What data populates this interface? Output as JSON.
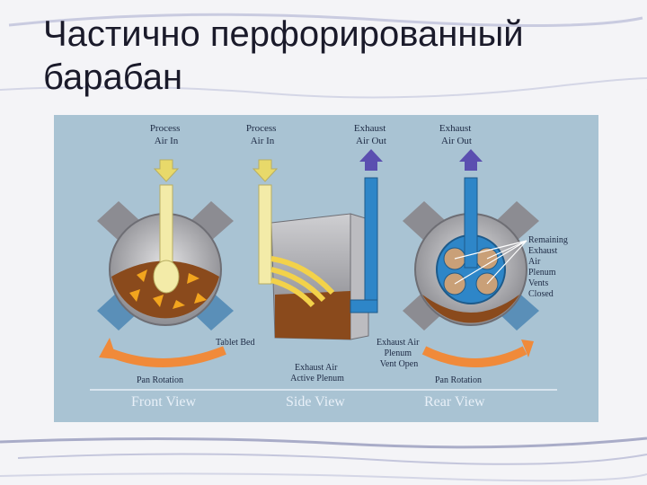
{
  "title": {
    "line1": "Частично перфорированный",
    "line2": "барабан"
  },
  "diagram": {
    "labels": {
      "process_air_in_1": [
        "Process",
        "Air In"
      ],
      "process_air_in_2": [
        "Process",
        "Air In"
      ],
      "exhaust_air_out_1": [
        "Exhaust",
        "Air Out"
      ],
      "exhaust_air_out_2": [
        "Exhaust",
        "Air Out"
      ],
      "remaining_plenum": [
        "Remaining",
        "Exhaust",
        "Air",
        "Plenum",
        "Vents",
        "Closed"
      ],
      "tablet_bed": "Tablet Bed",
      "exhaust_plenum_vent_open": [
        "Exhaust Air",
        "Plenum",
        "Vent Open"
      ],
      "exhaust_air_active_plenum": [
        "Exhaust Air",
        "Active Plenum"
      ],
      "pan_rotation_front": "Pan Rotation",
      "pan_rotation_rear": "Pan Rotation"
    },
    "views": {
      "front": "Front View",
      "side": "Side View",
      "rear": "Rear View"
    },
    "colors": {
      "background": "#a9c3d3",
      "inlet_air": "#f3eba8",
      "exhaust_duct": "#2e86c8",
      "tablets": "#8a4a1c",
      "rotation_arrow": "#f08a3a",
      "drum_metal": "#9a9a9e"
    }
  }
}
